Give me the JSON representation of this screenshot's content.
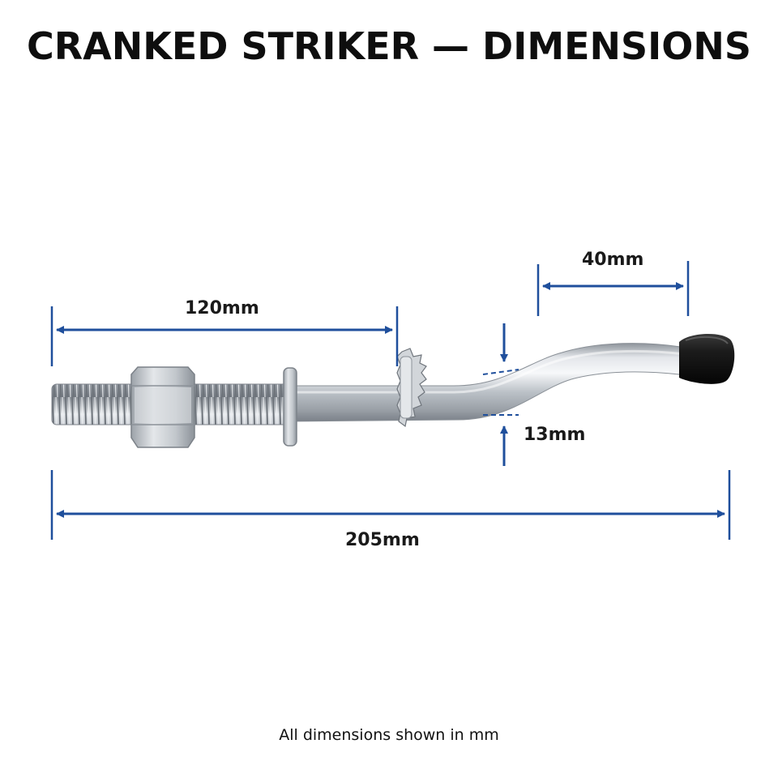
{
  "title": "CRANKED STRIKER — DIMENSIONS",
  "dimensions": {
    "overall_thread_length": "120mm",
    "cranked_end_length": "40mm",
    "crank_offset": "13mm",
    "overall_length": "205mm"
  },
  "footnote": "All dimensions shown in mm",
  "colors": {
    "dimension_line": "#1f4f9c",
    "metal": "#c9cdd2",
    "rubber_cap": "#151515",
    "text": "#111111"
  },
  "parts": [
    "hex-nut",
    "flat-washer",
    "toothed-lock-washer",
    "threaded-shank",
    "cranked-rod",
    "rubber-end-cap"
  ]
}
